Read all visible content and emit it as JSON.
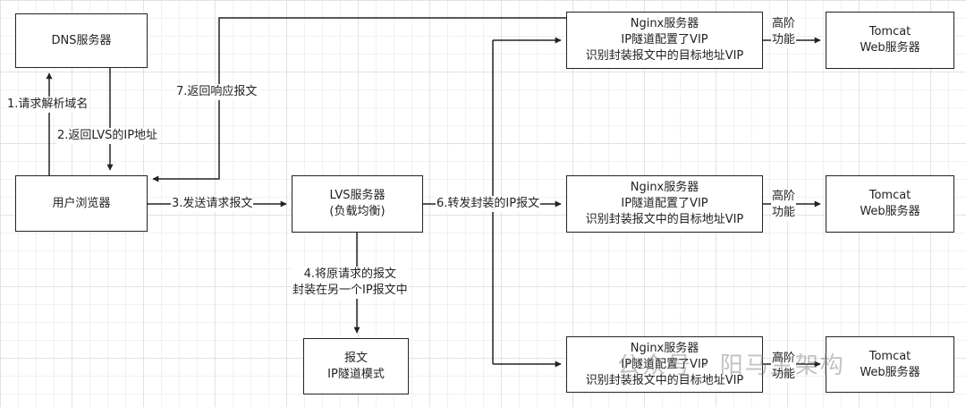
{
  "boxes": {
    "dns_server": "DNS服务器",
    "user_browser": "用户浏览器",
    "lvs_server": {
      "line1": "LVS服务器",
      "line2": "(负载均衡)"
    },
    "packet": {
      "line1": "报文",
      "line2": "IP隧道模式"
    },
    "nginx_servers": [
      {
        "line1": "Nginx服务器",
        "line2": "IP隧道配置了VIP",
        "line3": "识别封装报文中的目标地址VIP"
      },
      {
        "line1": "Nginx服务器",
        "line2": "IP隧道配置了VIP",
        "line3": "识别封装报文中的目标地址VIP"
      },
      {
        "line1": "Nginx服务器",
        "line2": "IP隧道配置了VIP",
        "line3": "识别封装报文中的目标地址VIP"
      }
    ],
    "tomcat_servers": [
      {
        "line1": "Tomcat",
        "line2": "Web服务器"
      },
      {
        "line1": "Tomcat",
        "line2": "Web服务器"
      },
      {
        "line1": "Tomcat",
        "line2": "Web服务器"
      }
    ]
  },
  "labels": {
    "step1": "1.请求解析域名",
    "step2": "2.返回LVS的IP地址",
    "step3": "3.发送请求报文",
    "step4": {
      "line1": "4.将原请求的报文",
      "line2": "封装在另一个IP报文中"
    },
    "step6": "6.转发封装的IP报文",
    "step7": "7.返回响应报文",
    "advanced": [
      {
        "line1": "高阶",
        "line2": "功能"
      },
      {
        "line1": "高阶",
        "line2": "功能"
      },
      {
        "line1": "高阶",
        "line2": "功能"
      }
    ]
  },
  "watermark": "公众号 · 阳马生架构",
  "colors": {
    "line": "#222222",
    "box_border": "#222222",
    "box_fill": "#ffffff"
  }
}
